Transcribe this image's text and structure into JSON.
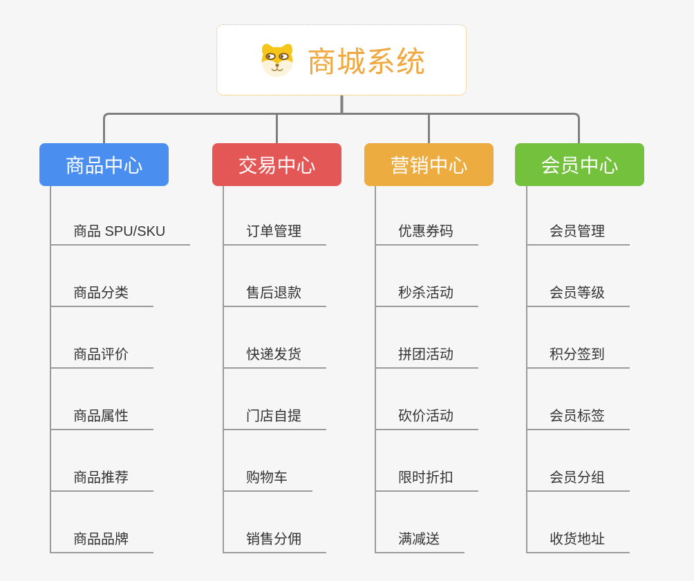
{
  "root": {
    "title": "商城系统",
    "icon": "shiba-dog-icon"
  },
  "branches": [
    {
      "label": "商品中心",
      "color": "#4a8ef0",
      "items": [
        "商品 SPU/SKU",
        "商品分类",
        "商品评价",
        "商品属性",
        "商品推荐",
        "商品品牌"
      ]
    },
    {
      "label": "交易中心",
      "color": "#e45757",
      "items": [
        "订单管理",
        "售后退款",
        "快递发货",
        "门店自提",
        "购物车",
        "销售分佣"
      ]
    },
    {
      "label": "营销中心",
      "color": "#edac40",
      "items": [
        "优惠券码",
        "秒杀活动",
        "拼团活动",
        "砍价活动",
        "限时折扣",
        "满减送"
      ]
    },
    {
      "label": "会员中心",
      "color": "#74c13d",
      "items": [
        "会员管理",
        "会员等级",
        "积分签到",
        "会员标签",
        "会员分组",
        "收货地址"
      ]
    }
  ],
  "colors": {
    "background": "#f6f6f7",
    "trunk_line": "#7f7f7f",
    "item_line": "#9a9a9a",
    "item_text": "#333333",
    "root_text": "#f0a83e",
    "root_border": "#f2b45c"
  }
}
